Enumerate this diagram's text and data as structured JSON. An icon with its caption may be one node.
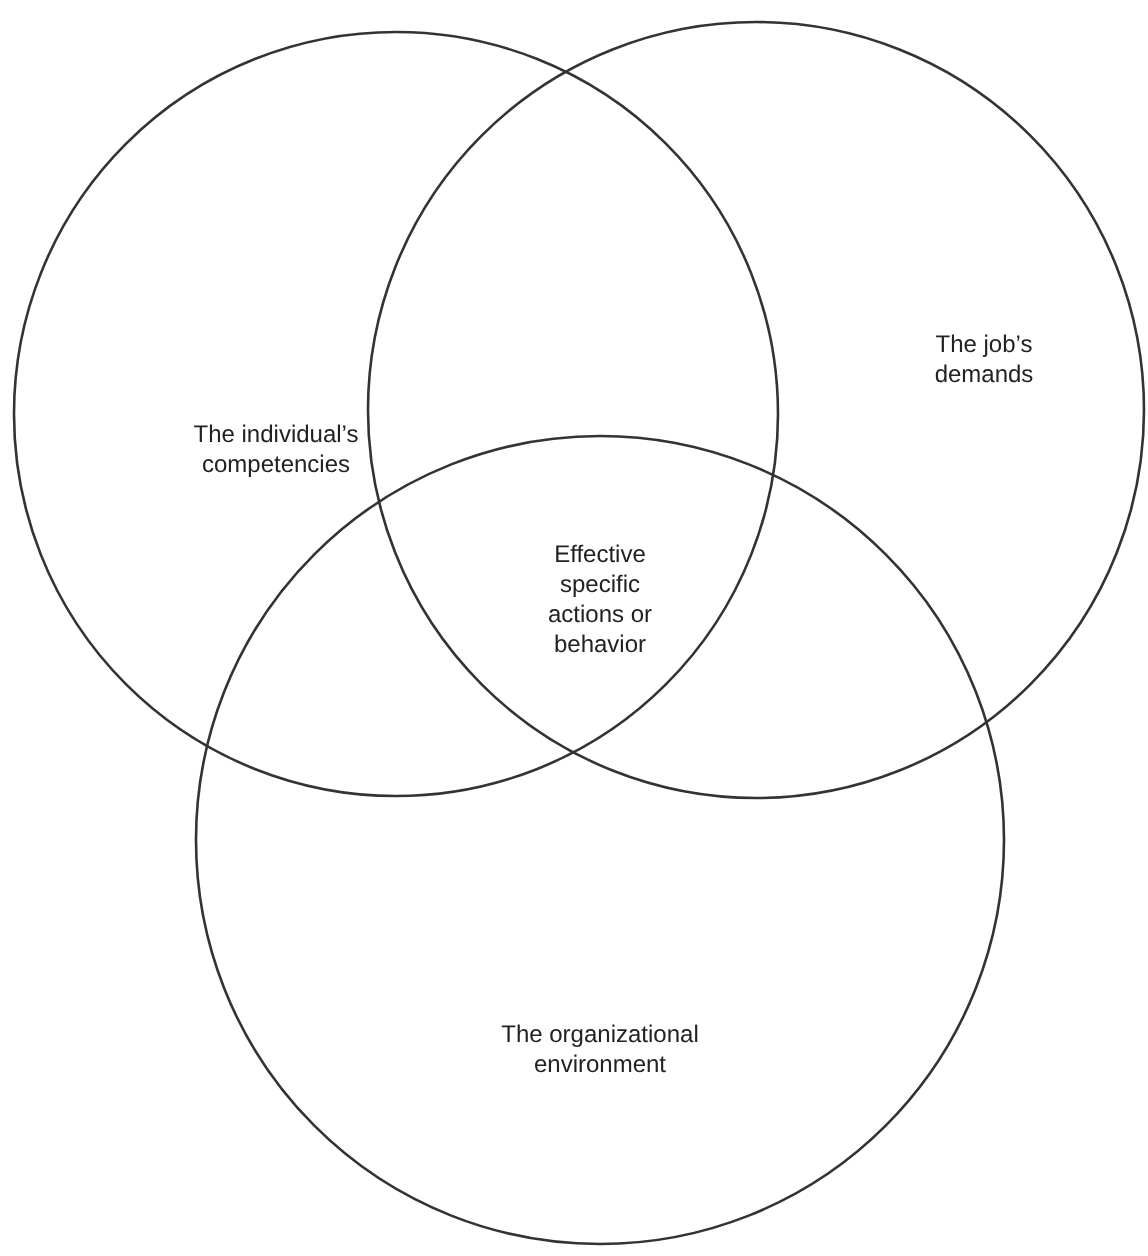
{
  "diagram": {
    "nodes": [
      {
        "text": [
          "The individual’s competencies"
        ]
      },
      {
        "text": [
          "The job’s demands"
        ]
      },
      {
        "text": [
          "The organizational environment"
        ]
      }
    ],
    "labels": [
      "Effective specific actions or behavior"
    ]
  }
}
